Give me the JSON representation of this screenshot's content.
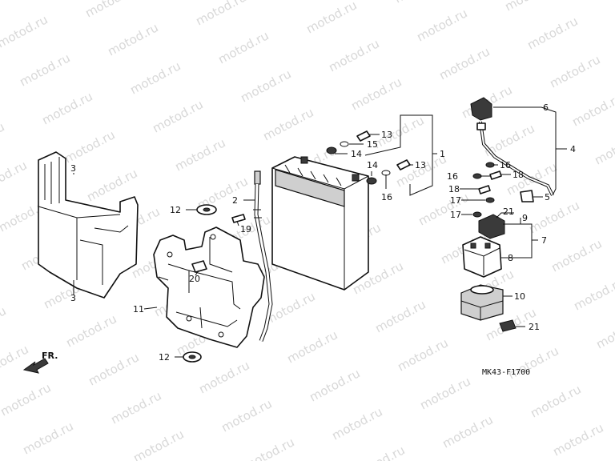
{
  "watermark": {
    "text": "motod.ru"
  },
  "diagram": {
    "code": "MK43-F1700",
    "direction_label": "FR.",
    "callouts": {
      "p1": "1",
      "p2": "2",
      "p3": "3",
      "p4": "4",
      "p5": "5",
      "p6": "6",
      "p7": "7",
      "p8": "8",
      "p9": "9",
      "p10": "10",
      "p11": "11",
      "p12a": "12",
      "p12b": "12",
      "p13a": "13",
      "p13b": "13",
      "p14a": "14",
      "p14b": "14",
      "p15": "15",
      "p16a": "16",
      "p16b": "16",
      "p16c": "16",
      "p17a": "17",
      "p17b": "17",
      "p18a": "18",
      "p18b": "18",
      "p19": "19",
      "p20": "20",
      "p21a": "21",
      "p21b": "21"
    }
  }
}
